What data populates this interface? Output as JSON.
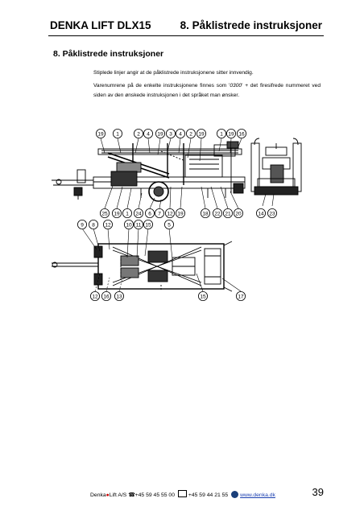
{
  "header": {
    "left_title": "DENKA LIFT DLX15",
    "right_title": "8. Påklistrede instruksjoner"
  },
  "section": {
    "title": "8. Påklistrede instruksjoner",
    "intro_line1": "Stiplede linjer angir at de påklistrede instruksjonene sitter innvendig.",
    "intro_p2_before": "Varenumrene på de enkelte instruksjonene finnes som '",
    "intro_p2_code": "0300",
    "intro_p2_after": "' + det firesifrede nummeret ved siden av den ønskede instruksjonen i det språket man ønsker."
  },
  "callouts": {
    "side_top": [
      "19",
      "1",
      "2",
      "4",
      "19",
      "3",
      "4",
      "2",
      "19",
      "1",
      "19",
      "16"
    ],
    "side_bottom": [
      "25",
      "19",
      "1",
      "24",
      "6",
      "7",
      "12",
      "19",
      "18",
      "22",
      "21",
      "20"
    ],
    "end_view": [
      "14",
      "23"
    ],
    "plan_top_left": [
      "9",
      "8",
      "12"
    ],
    "plan_top_mid": [
      "10",
      "11",
      "15",
      "5"
    ],
    "plan_bottom": [
      "12",
      "16",
      "13",
      "15",
      "17"
    ]
  },
  "footer": {
    "company_a": "Denka",
    "company_b": "Lift A/S",
    "phone": "+45 59 45 55 00",
    "fax": "+45 59 44 21 55",
    "website": "www.denka.dk",
    "page_number": "39",
    "phone_icon": "phone-icon",
    "fax_icon": "fax-icon",
    "globe_icon": "globe-icon"
  }
}
